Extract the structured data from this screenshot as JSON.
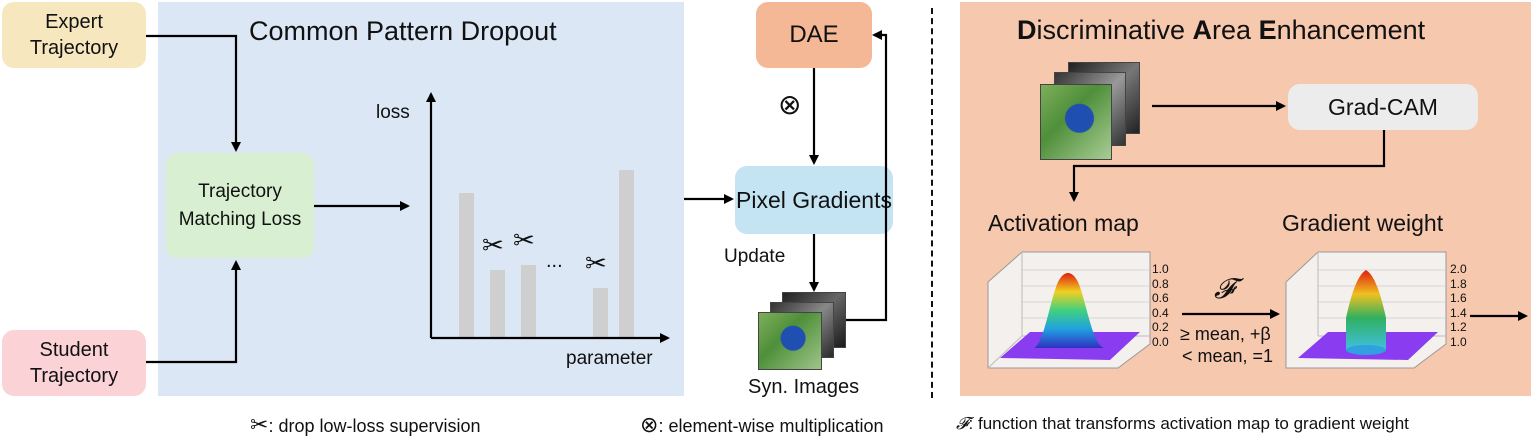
{
  "left_panel": {
    "title": "Common Pattern Dropout",
    "expert_label": "Expert Trajectory",
    "student_label": "Student Trajectory",
    "loss_box_label": "Trajectory Matching Loss",
    "y_axis_label": "loss",
    "x_axis_label": "parameter",
    "ellipsis": "...",
    "bar_values": [
      0.58,
      0.27,
      0.29,
      0.2,
      0.67
    ],
    "dropped": [
      false,
      true,
      true,
      true,
      false
    ]
  },
  "middle": {
    "dae_label": "DAE",
    "multiply_symbol": "⊗",
    "pixel_gradients_label": "Pixel Gradients",
    "update_label": "Update",
    "syn_images_label": "Syn. Images"
  },
  "right_panel": {
    "title_parts": [
      "D",
      "iscriminative ",
      "A",
      "rea ",
      "E",
      "nhancement"
    ],
    "gradcam_label": "Grad-CAM",
    "activation_map_label": "Activation map",
    "gradient_weight_label": "Gradient weight",
    "function_symbol": "𝓕",
    "rule_ge": "≥ mean, +β",
    "rule_lt": "< mean, =1",
    "activation_ticks": [
      "1.0",
      "0.8",
      "0.6",
      "0.4",
      "0.2",
      "0.0"
    ],
    "gradient_ticks": [
      "2.0",
      "1.8",
      "1.6",
      "1.4",
      "1.2",
      "1.0"
    ]
  },
  "legend": {
    "scissors_symbol": "✂",
    "scissors_text": ": drop low-loss supervision",
    "multiply_symbol": "⊗",
    "multiply_text": ": element-wise multiplication",
    "function_symbol": "𝓕",
    "function_text": ": function that transforms activation map to gradient weight"
  }
}
